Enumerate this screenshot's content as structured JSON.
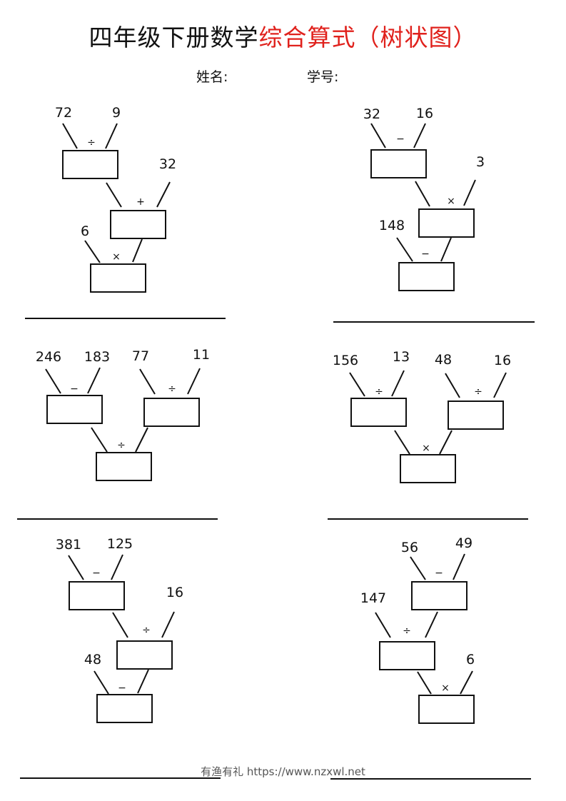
{
  "title": {
    "black": "四年级下册数学",
    "red": "综合算式（树状图）"
  },
  "info": {
    "name_label": "姓名:",
    "id_label": "学号:"
  },
  "problems": [
    {
      "a": "72",
      "b": "9",
      "op1": "÷",
      "c": "32",
      "op2": "+",
      "d": "6",
      "op3": "×"
    },
    {
      "a": "32",
      "b": "16",
      "op1": "−",
      "c": "3",
      "op2": "×",
      "d": "148",
      "op3": "−"
    },
    {
      "a": "246",
      "b": "183",
      "op1": "−",
      "c": "77",
      "d": "11",
      "op2": "÷",
      "op3": "÷"
    },
    {
      "a": "156",
      "b": "13",
      "op1": "÷",
      "c": "48",
      "d": "16",
      "op2": "÷",
      "op3": "×"
    },
    {
      "a": "381",
      "b": "125",
      "op1": "−",
      "c": "16",
      "op2": "÷",
      "d": "48",
      "op3": "−"
    },
    {
      "a": "56",
      "b": "49",
      "op1": "−",
      "c": "147",
      "op2": "÷",
      "d": "6",
      "op3": "×"
    }
  ],
  "footer": "有渔有礼 https://www.nzxwl.net"
}
